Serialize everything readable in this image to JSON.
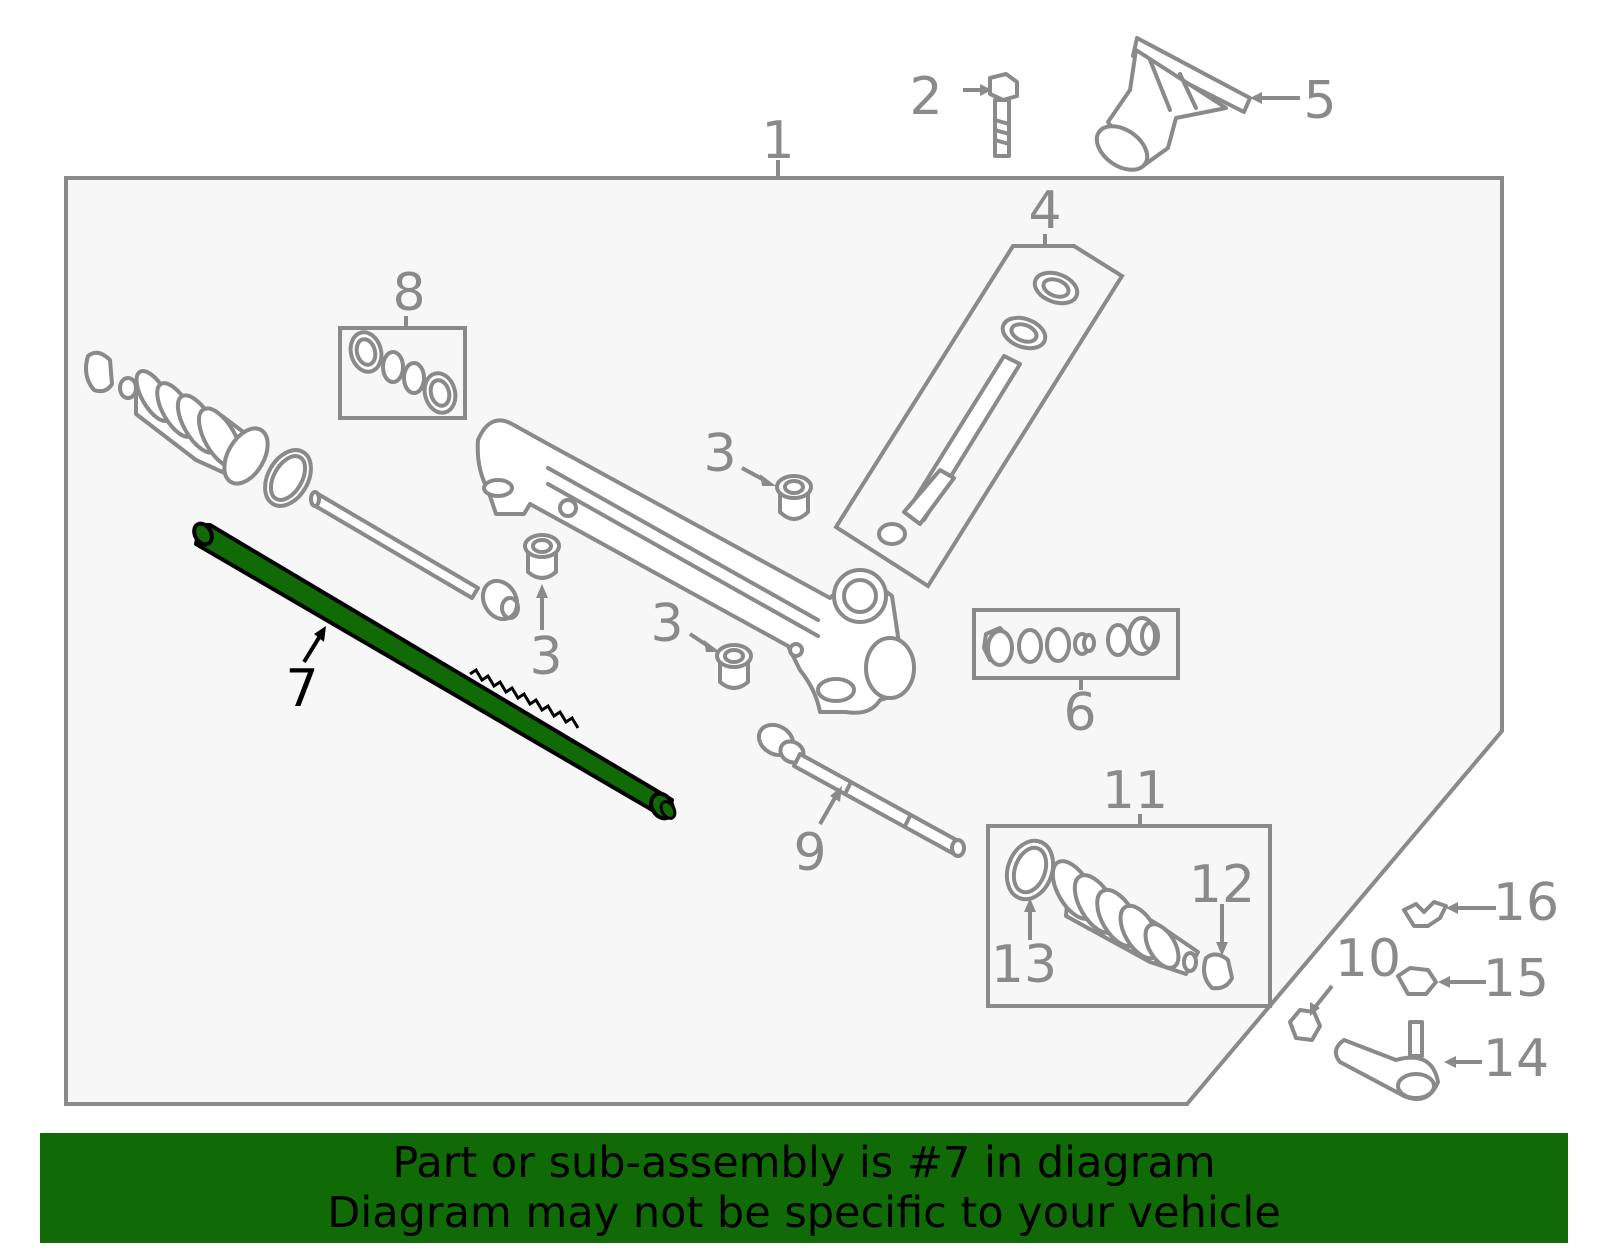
{
  "callouts": {
    "c1": "1",
    "c2": "2",
    "c3a": "3",
    "c3b": "3",
    "c3c": "3",
    "c4": "4",
    "c5": "5",
    "c6": "6",
    "c7": "7",
    "c8": "8",
    "c9": "9",
    "c10": "10",
    "c11": "11",
    "c12": "12",
    "c13": "13",
    "c14": "14",
    "c15": "15",
    "c16": "16"
  },
  "highlight": {
    "part": "7",
    "color": "#106a06"
  },
  "colors": {
    "line": "#8a8a8a",
    "assembly_fill": "#f7f7f7",
    "banner": "#106a06"
  },
  "banner": {
    "line1": "Part or sub-assembly is #7 in diagram",
    "line2": "Diagram may not be specific to your vehicle"
  }
}
